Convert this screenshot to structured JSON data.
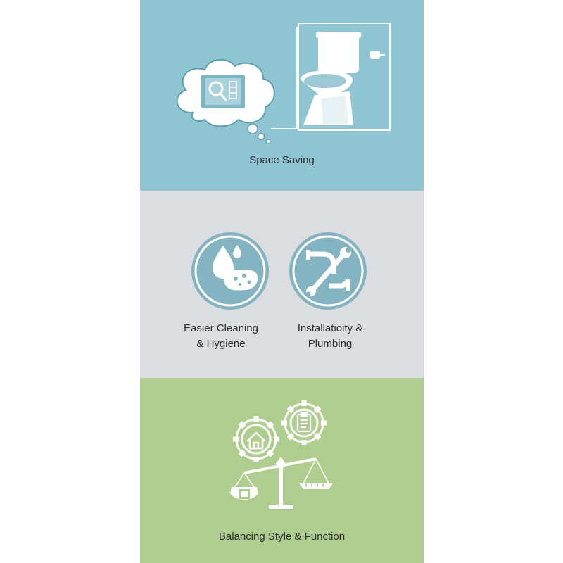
{
  "panels": {
    "space_saving": {
      "label": "Space Saving",
      "bg": "#8fc4d2"
    },
    "cleaning": {
      "label_line1": "Easier Cleaning",
      "label_line2": "& Hygiene",
      "bg": "#dcdde0",
      "circle": "#84b3c2"
    },
    "installation": {
      "label_line1": "Installatioity &",
      "label_line2": "Plumbing"
    },
    "balance": {
      "label": "Balancing Style & Function",
      "bg": "#afcd8f"
    }
  },
  "icons": [
    "thought-cloud-icon",
    "magnifier-plan-icon",
    "toilet-icon",
    "toilet-paper-icon",
    "water-drop-icon",
    "sponge-icon",
    "wrench-icon",
    "pipe-icon",
    "gear-icon",
    "house-icon",
    "clipboard-icon",
    "balance-scale-icon"
  ]
}
